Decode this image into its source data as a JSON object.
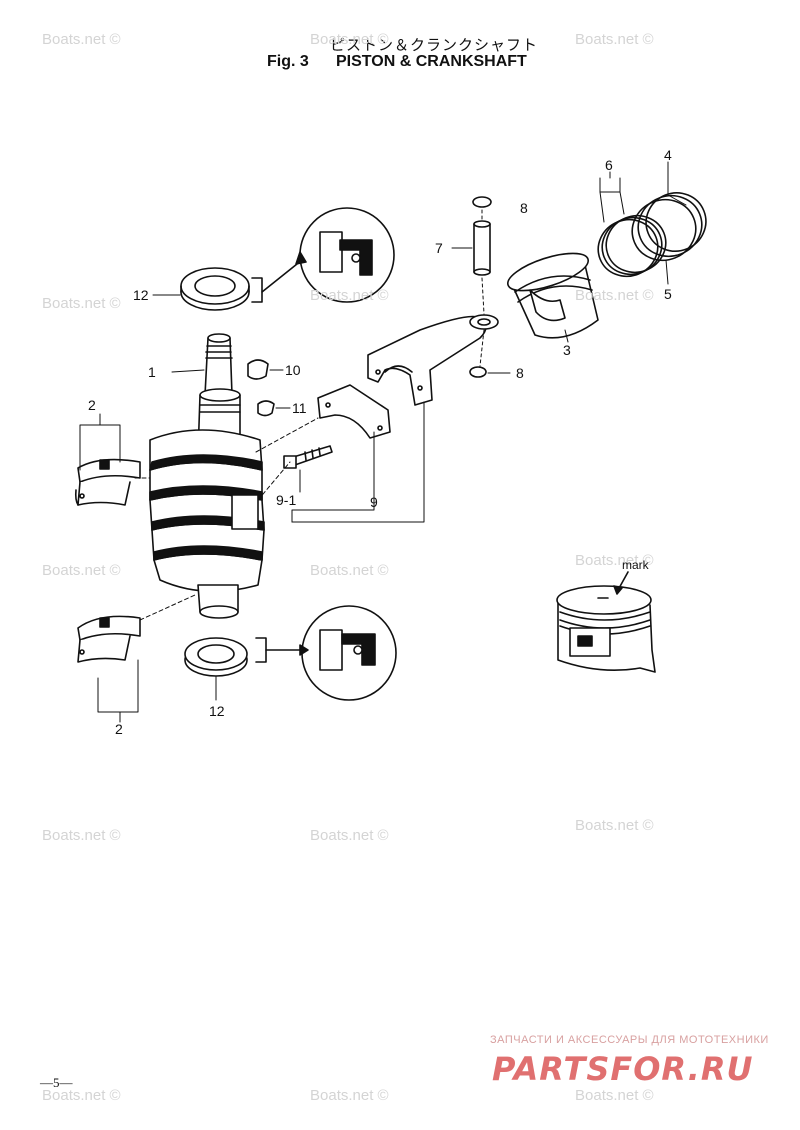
{
  "title": {
    "japanese": "ピストン＆クランクシャフト",
    "fig": "Fig. 3",
    "english": "PISTON & CRANKSHAFT"
  },
  "callouts": {
    "c1": "1",
    "c2a": "2",
    "c2b": "2",
    "c3": "3",
    "c4": "4",
    "c5": "5",
    "c6": "6",
    "c7": "7",
    "c8a": "8",
    "c8b": "8",
    "c9": "9",
    "c91": "9-1",
    "c10": "10",
    "c11": "11",
    "c12a": "12",
    "c12b": "12"
  },
  "mark_label": "mark",
  "page_number": "—5—",
  "footer": {
    "tagline": "ЗАПЧАСТИ И АКСЕССУАРЫ ДЛЯ МОТОТЕХНИКИ",
    "logo": "PARTSFOR.RU"
  },
  "watermark": "Boats.net ©",
  "colors": {
    "line": "#111111",
    "watermark": "#d4d4d4",
    "logo": "#e07070"
  }
}
